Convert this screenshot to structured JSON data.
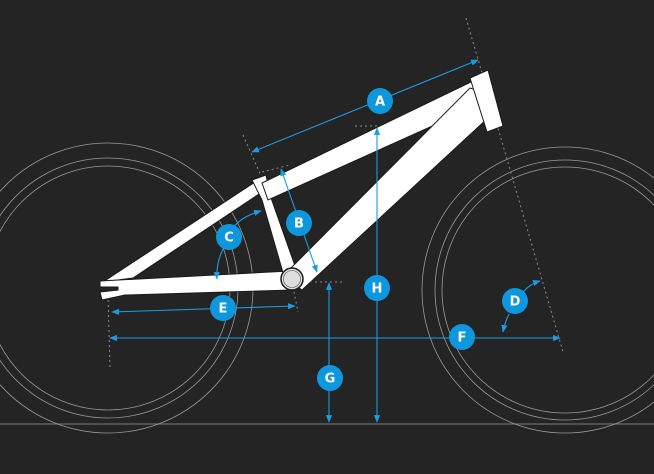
{
  "diagram": {
    "subject": "Bike frame geometry",
    "colors": {
      "background": "#242424",
      "frame": "#ffffff",
      "dimension": "#1b9be0",
      "badge": "#0e97dc",
      "wheel_outline": "#9a9a9a",
      "ground": "#6a6a6a"
    },
    "labels": {
      "A": "A",
      "B": "B",
      "C": "C",
      "D": "D",
      "E": "E",
      "F": "F",
      "G": "G",
      "H": "H"
    }
  }
}
